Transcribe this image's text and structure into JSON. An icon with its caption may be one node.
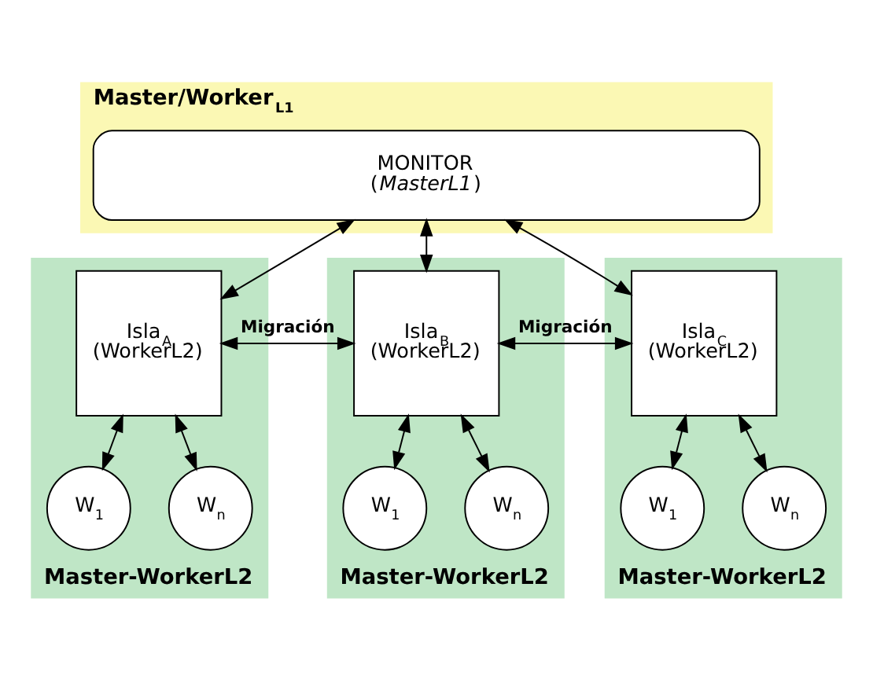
{
  "diagram": {
    "nodes": [
      {
        "text": [
          "Master/Worker$_{L1}$"
        ]
      },
      {
        "text": [
          "MONITOR",
          "(*MasterL1*)"
        ],
        "in": 0
      },
      {
        "text": [
          "Master-WorkerL2"
        ]
      },
      {
        "text": [
          "Isla$_{A}$",
          "(WorkerL2)"
        ],
        "in": 2
      },
      {
        "text": [
          "W$_{1}$"
        ],
        "in": 2
      },
      {
        "text": [
          "W$_{n}$"
        ],
        "in": 2
      },
      {
        "text": [
          "Master-WorkerL2"
        ]
      },
      {
        "text": [
          "Isla$_{B}$",
          "(WorkerL2)"
        ],
        "in": 6
      },
      {
        "text": [
          "W$_{1}$"
        ],
        "in": 6
      },
      {
        "text": [
          "W$_{n}$"
        ],
        "in": 6
      },
      {
        "text": [
          "Master-WorkerL2"
        ]
      },
      {
        "text": [
          "Isla$_{C}$",
          "(WorkerL2)"
        ],
        "in": 10
      },
      {
        "text": [
          "W$_{1}$"
        ],
        "in": 10
      },
      {
        "text": [
          "W$_{n}$"
        ],
        "in": 10
      }
    ],
    "edges": [
      {
        "from": 1,
        "to": 3,
        "arrow": "both"
      },
      {
        "from": 1,
        "to": 7,
        "arrow": "both"
      },
      {
        "from": 1,
        "to": 11,
        "arrow": "both"
      },
      {
        "from": 3,
        "to": 7,
        "arrow": "to",
        "style": "dashed",
        "label": "Migración"
      },
      {
        "from": 7,
        "to": 3,
        "arrow": "to",
        "style": "dashed"
      },
      {
        "from": 7,
        "to": 11,
        "arrow": "to",
        "style": "dashed",
        "label": "Migración"
      },
      {
        "from": 11,
        "to": 7,
        "arrow": "to",
        "style": "dashed"
      },
      {
        "from": 3,
        "to": 4,
        "arrow": "both"
      },
      {
        "from": 3,
        "to": 5,
        "arrow": "both"
      },
      {
        "from": 7,
        "to": 8,
        "arrow": "both"
      },
      {
        "from": 7,
        "to": 9,
        "arrow": "both"
      },
      {
        "from": 11,
        "to": 12,
        "arrow": "both"
      },
      {
        "from": 11,
        "to": 13,
        "arrow": "both"
      }
    ]
  }
}
